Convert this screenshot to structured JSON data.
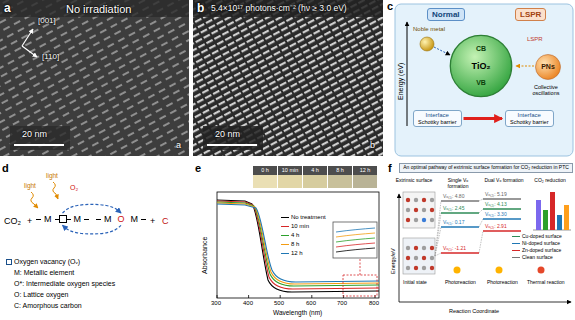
{
  "diagram": {
    "nodes": [
      {
        "text": [
          "a",
          "No irradiation",
          "[001]",
          "[110]",
          "20 nm",
          "a"
        ]
      },
      {
        "text": [
          "b",
          "5.4×10¹⁷ photons·cm⁻² (hν ≥ 3.0 eV)",
          "20 nm",
          "b"
        ]
      },
      {
        "text": [
          "c",
          "Energy (eV)",
          "Noble metal",
          "LSPR",
          "Collective oscillations"
        ]
      },
      {
        "text": [
          "Normal"
        ],
        "in": 2
      },
      {
        "text": [
          "LSPR"
        ],
        "in": 2
      },
      {
        "text": [
          "CB",
          "TiO₂",
          "VB"
        ],
        "in": 2
      },
      {
        "text": [
          "PNs"
        ],
        "in": 2
      },
      {
        "text": [
          "Interface",
          "Schottky barrier"
        ],
        "in": 2
      },
      {
        "text": [
          "Interface",
          "Schottky barrier"
        ],
        "in": 2
      },
      {
        "text": [
          "d",
          "CO₂",
          "+",
          "light",
          "light",
          "O₂",
          "+",
          "C"
        ]
      },
      {
        "text": [
          "M",
          "M"
        ],
        "in": 9
      },
      {
        "text": [
          "M",
          "O",
          "M"
        ],
        "in": 9
      },
      {
        "text": [
          "e",
          "0 h",
          "10 min",
          "4 h",
          "8 h",
          "12 h",
          "Absorbance",
          "300",
          "400",
          "500",
          "600",
          "700",
          "800",
          "Wavelength (nm)"
        ]
      },
      {
        "text": [
          "f",
          "Extrinsic surface",
          "Single Vₒ formation",
          "Dual Vₒ formation",
          "CO₂ reduction",
          "Energy/eV",
          "Vₒ₍₁₎: 4.80",
          "Vₒ₍₁₎: 2.45",
          "Vₒ₍₁₎: 0.17",
          "Vₒ₍₁₎: -1.21",
          "Vₒ₍₂₎: 5.19",
          "Vₒ₍₂₎: 4.13",
          "Vₒ₍₂₎: 3.30",
          "Vₒ₍₂₎: 2.91",
          "Initial state",
          "Photoreaction",
          "Photoreaction",
          "Thermal reaction",
          "Reaction Coordinate"
        ]
      },
      {
        "text": [
          "An optimal pathway of extrinsic surface formation for CO₂ reduction in PTC"
        ],
        "in": 13
      }
    ],
    "edges": [
      {
        "from": 7,
        "to": 8,
        "arrow": "to"
      },
      {
        "from": 10,
        "to": 11,
        "arrow": "to"
      },
      {
        "from": 11,
        "to": 10,
        "arrow": "to"
      }
    ],
    "legend": [
      {
        "text": "Oxygen vacancy (Oᵥ)"
      },
      {
        "text": "M: Metallic element"
      },
      {
        "text": "O*: Intermediate oxygen species"
      },
      {
        "text": "O: Lattice oxygen"
      },
      {
        "text": "C: Amorphous carbon"
      },
      {
        "text": "No treatment"
      },
      {
        "text": "10 min"
      },
      {
        "text": "4 h"
      },
      {
        "text": "8 h"
      },
      {
        "text": "12 h"
      },
      {
        "text": "Cu-doped surface"
      },
      {
        "text": "Ni-doped surface"
      },
      {
        "text": "Zn-doped surface"
      },
      {
        "text": "Clean surface"
      }
    ]
  }
}
